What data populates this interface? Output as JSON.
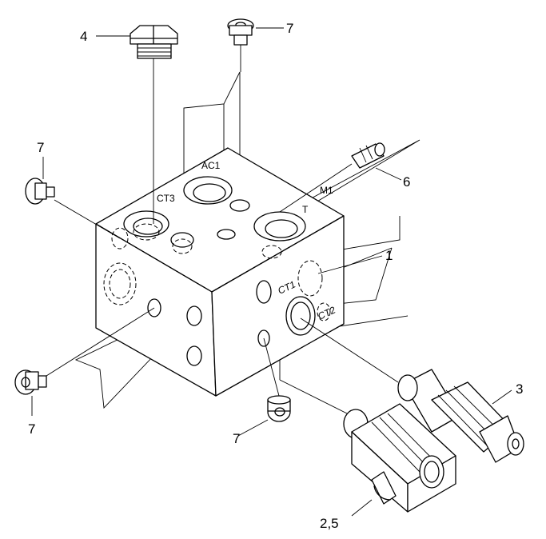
{
  "callouts": {
    "plug_large": "4",
    "screw_top": "7",
    "screw_left_upper": "7",
    "screw_left_lower": "7",
    "screw_bottom": "7",
    "pin": "6",
    "valve_block": "1",
    "cartridge_valve": "3",
    "solenoid_valve": "2,5"
  },
  "ports": {
    "ac1": "AC1",
    "ct3": "CT3",
    "m1": "M1",
    "t": "T",
    "ct1": "CT1",
    "ct2": "CT2"
  }
}
